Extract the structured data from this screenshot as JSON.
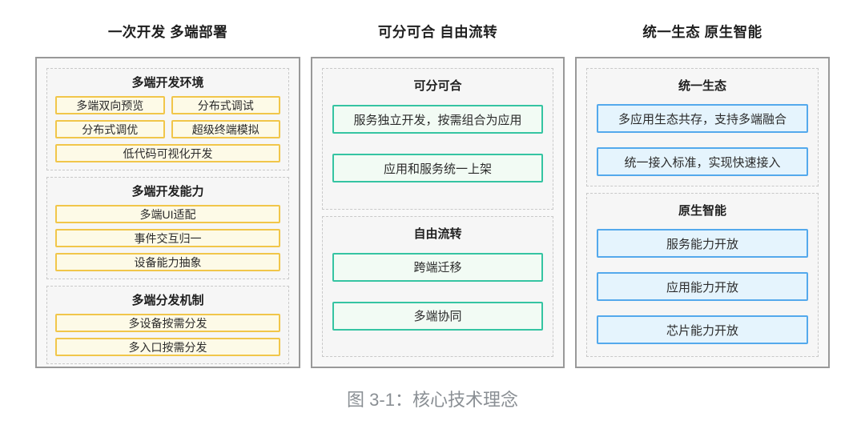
{
  "caption": "图 3-1：核心技术理念",
  "colors": {
    "yellow_border": "#F1C64A",
    "yellow_fill": "#FDFAE7",
    "green_border": "#35C4A2",
    "green_fill": "#F2FBF4",
    "blue_border": "#54A9EC",
    "blue_fill": "#E5F4FD",
    "panel_border": "#999999",
    "panel_bg": "#F8F8F8",
    "group_border": "#C9C9C9",
    "group_bg": "#F6F6F6",
    "caption_color": "#8A8F94",
    "title_color": "#1F1F1F",
    "item_text": "#2B2B2B"
  },
  "columns": [
    {
      "id": "one-dev-multi-deploy",
      "title": "一次开发 多端部署",
      "theme": "yellow",
      "groups": [
        {
          "title": "多端开发环境",
          "rows": [
            [
              "多端双向预览",
              "分布式调试"
            ],
            [
              "分布式调优",
              "超级终端模拟"
            ],
            [
              "低代码可视化开发"
            ]
          ]
        },
        {
          "title": "多端开发能力",
          "rows": [
            [
              "多端UI适配"
            ],
            [
              "事件交互归一"
            ],
            [
              "设备能力抽象"
            ]
          ]
        },
        {
          "title": "多端分发机制",
          "rows": [
            [
              "多设备按需分发"
            ],
            [
              "多入口按需分发"
            ]
          ]
        }
      ]
    },
    {
      "id": "separable-combinable-free-flow",
      "title": "可分可合 自由流转",
      "theme": "green",
      "groups": [
        {
          "title": "可分可合",
          "rows": [
            [
              "服务独立开发，按需组合为应用"
            ],
            [
              "应用和服务统一上架"
            ]
          ]
        },
        {
          "title": "自由流转",
          "rows": [
            [
              "跨端迁移"
            ],
            [
              "多端协同"
            ]
          ]
        }
      ]
    },
    {
      "id": "unified-eco-native-intelligence",
      "title": "统一生态 原生智能",
      "theme": "blue",
      "groups": [
        {
          "title": "统一生态",
          "rows": [
            [
              "多应用生态共存，支持多端融合"
            ],
            [
              "统一接入标准，实现快速接入"
            ]
          ]
        },
        {
          "title": "原生智能",
          "rows": [
            [
              "服务能力开放"
            ],
            [
              "应用能力开放"
            ],
            [
              "芯片能力开放"
            ]
          ]
        }
      ]
    }
  ]
}
